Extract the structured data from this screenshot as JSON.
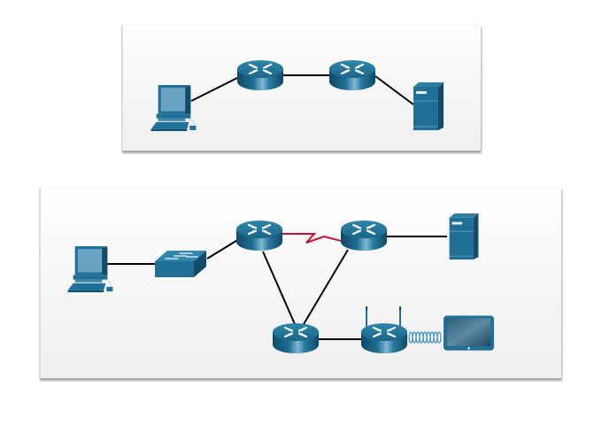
{
  "diagrams": [
    {
      "id": "topology-1",
      "devices": [
        {
          "name": "pc",
          "type": "pc-icon"
        },
        {
          "name": "router-1",
          "type": "router-icon"
        },
        {
          "name": "router-2",
          "type": "router-icon"
        },
        {
          "name": "server",
          "type": "server-icon"
        }
      ],
      "links": [
        {
          "from": "pc",
          "to": "router-1",
          "kind": "ethernet"
        },
        {
          "from": "router-1",
          "to": "router-2",
          "kind": "ethernet"
        },
        {
          "from": "router-2",
          "to": "server",
          "kind": "ethernet"
        }
      ]
    },
    {
      "id": "topology-2",
      "devices": [
        {
          "name": "pc",
          "type": "pc-icon"
        },
        {
          "name": "switch",
          "type": "switch-icon"
        },
        {
          "name": "router-1",
          "type": "router-icon"
        },
        {
          "name": "router-2",
          "type": "router-icon"
        },
        {
          "name": "server",
          "type": "server-icon"
        },
        {
          "name": "router-3",
          "type": "router-icon"
        },
        {
          "name": "wireless-router",
          "type": "wireless-router-icon"
        },
        {
          "name": "tablet",
          "type": "tablet-icon"
        }
      ],
      "links": [
        {
          "from": "pc",
          "to": "switch",
          "kind": "ethernet"
        },
        {
          "from": "switch",
          "to": "router-1",
          "kind": "ethernet"
        },
        {
          "from": "router-1",
          "to": "router-2",
          "kind": "serial"
        },
        {
          "from": "router-2",
          "to": "server",
          "kind": "ethernet"
        },
        {
          "from": "router-1",
          "to": "router-3",
          "kind": "ethernet"
        },
        {
          "from": "router-2",
          "to": "router-3",
          "kind": "ethernet"
        },
        {
          "from": "router-3",
          "to": "wireless-router",
          "kind": "ethernet"
        },
        {
          "from": "wireless-router",
          "to": "tablet",
          "kind": "wireless"
        }
      ]
    }
  ],
  "colors": {
    "device": "#1f6f96",
    "device_dark": "#134c68",
    "device_light": "#5a9ec0",
    "ethernet_link": "#000000",
    "serial_link": "#c8102e",
    "wireless_link": "#3a8fd0"
  }
}
